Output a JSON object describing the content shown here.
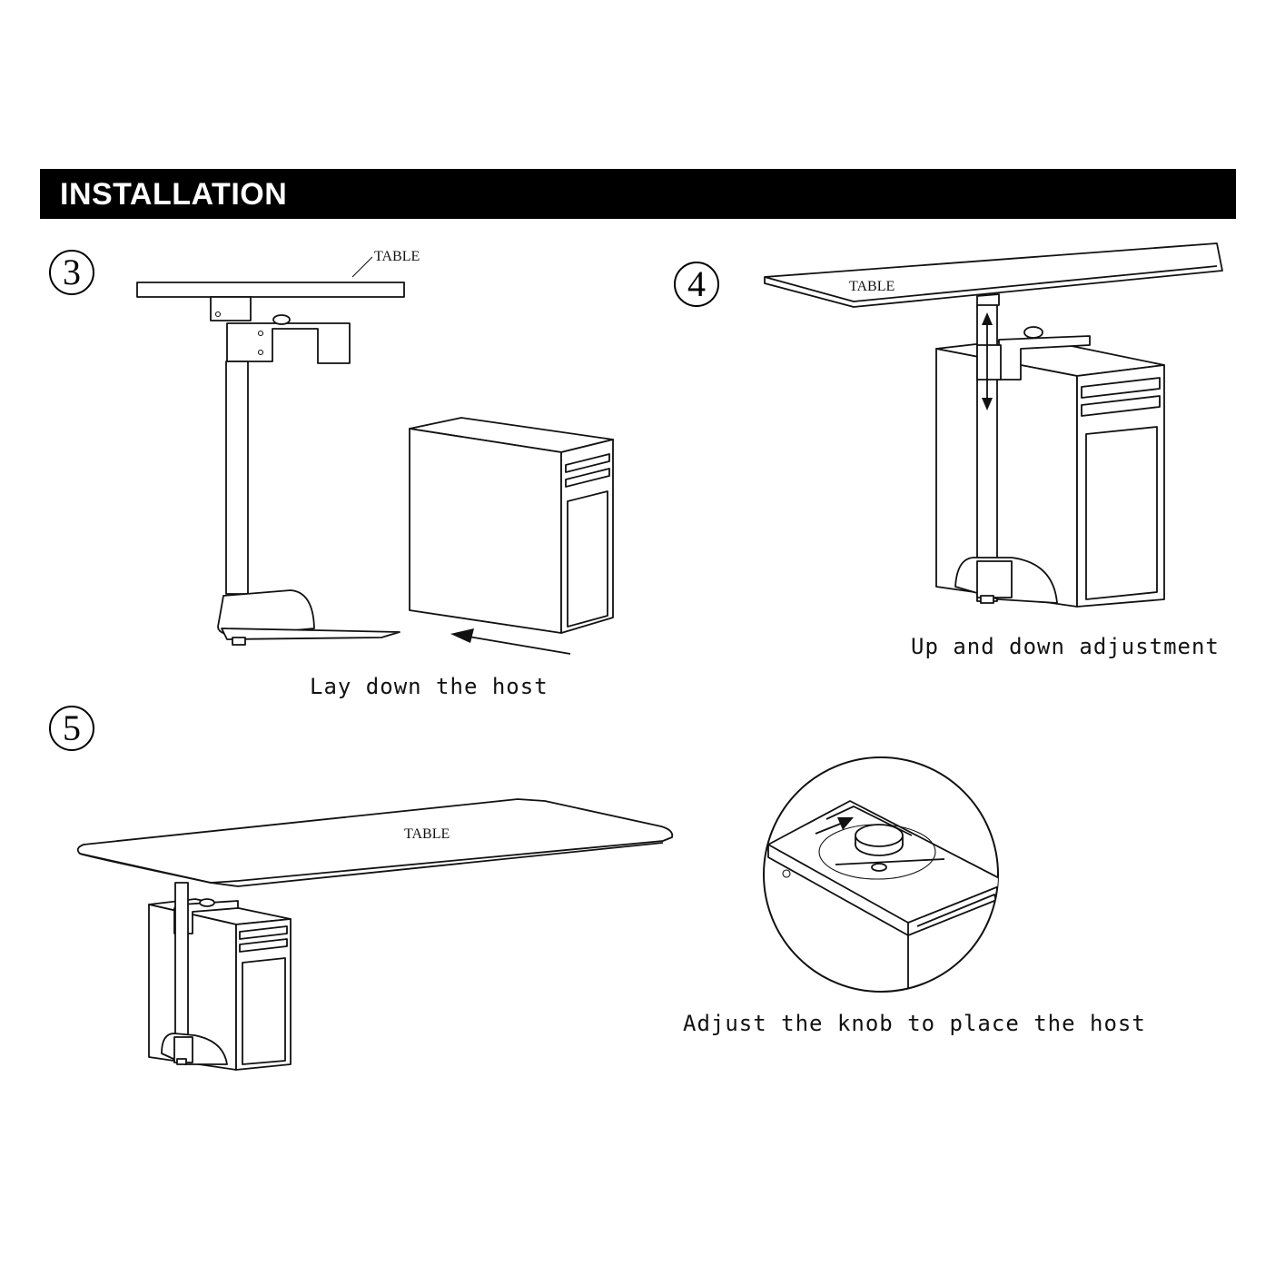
{
  "header": {
    "title": "INSTALLATION",
    "bar_color": "#000000",
    "text_color": "#ffffff"
  },
  "steps": [
    {
      "number": "3",
      "caption": "Lay down the host",
      "table_label": "TABLE"
    },
    {
      "number": "4",
      "caption": "Up and down adjustment",
      "table_label": "TABLE"
    },
    {
      "number": "5",
      "caption": "Adjust the knob to place the host",
      "table_label": "TABLE"
    }
  ]
}
